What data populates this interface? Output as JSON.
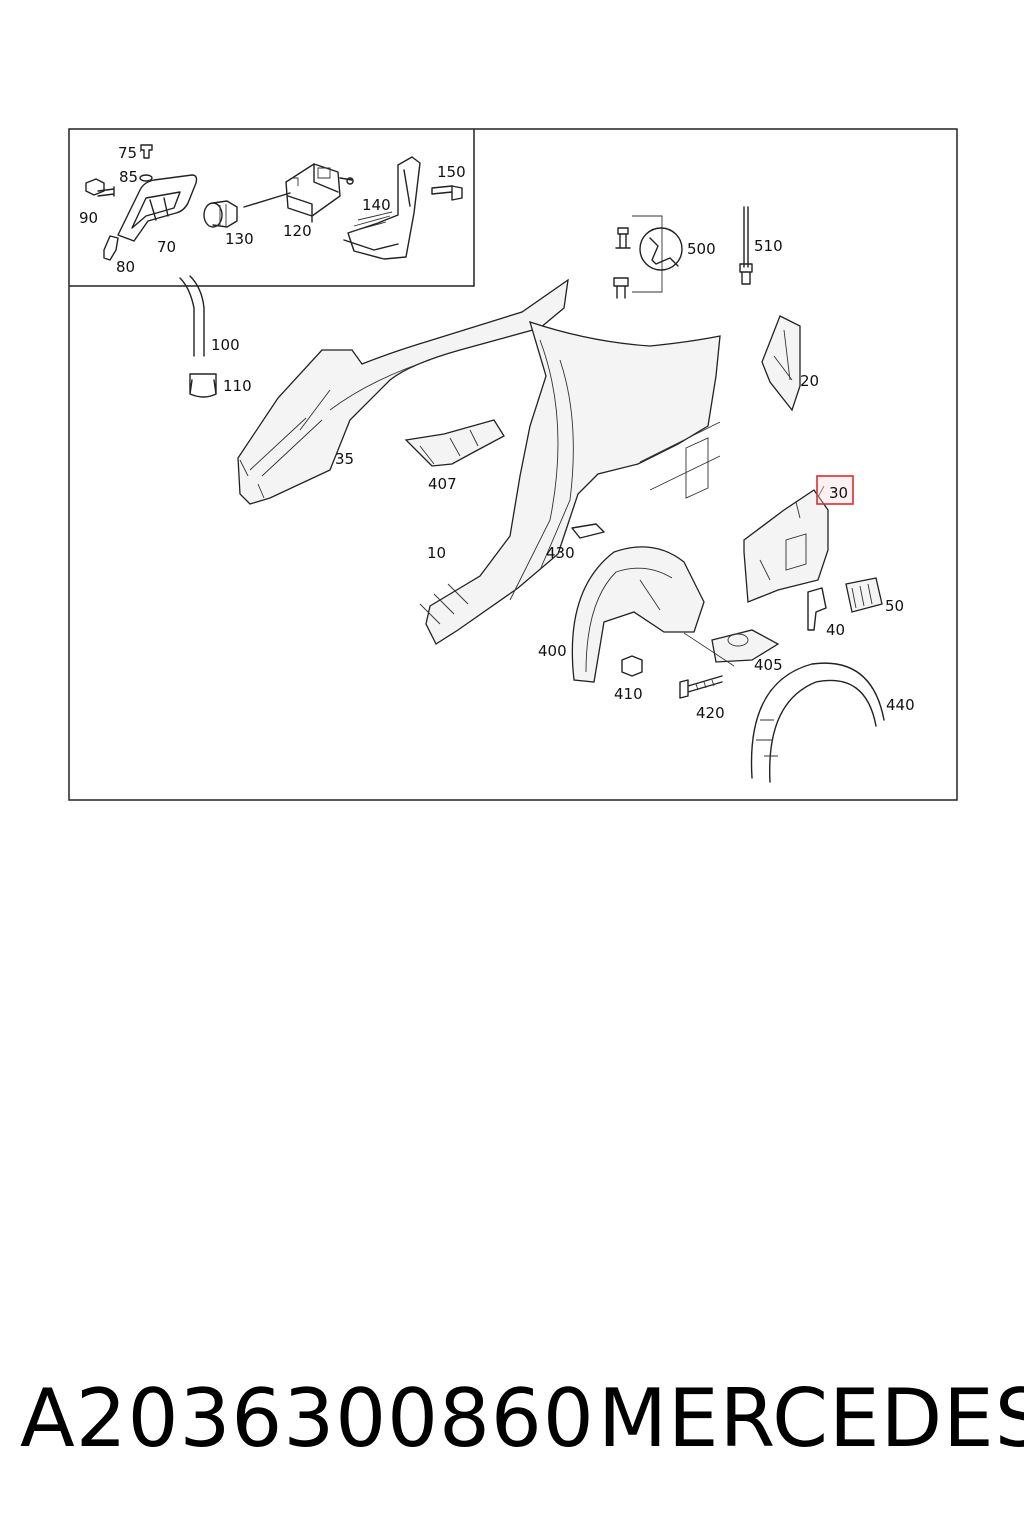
{
  "diagram": {
    "callouts": [
      {
        "id": "75",
        "label": "75"
      },
      {
        "id": "85",
        "label": "85"
      },
      {
        "id": "90",
        "label": "90"
      },
      {
        "id": "70",
        "label": "70"
      },
      {
        "id": "80",
        "label": "80"
      },
      {
        "id": "130",
        "label": "130"
      },
      {
        "id": "120",
        "label": "120"
      },
      {
        "id": "140",
        "label": "140"
      },
      {
        "id": "150",
        "label": "150"
      },
      {
        "id": "500",
        "label": "500"
      },
      {
        "id": "510",
        "label": "510"
      },
      {
        "id": "100",
        "label": "100"
      },
      {
        "id": "110",
        "label": "110"
      },
      {
        "id": "20",
        "label": "20"
      },
      {
        "id": "35",
        "label": "35"
      },
      {
        "id": "407",
        "label": "407"
      },
      {
        "id": "30",
        "label": "30"
      },
      {
        "id": "10",
        "label": "10"
      },
      {
        "id": "430",
        "label": "430"
      },
      {
        "id": "50",
        "label": "50"
      },
      {
        "id": "40",
        "label": "40"
      },
      {
        "id": "400",
        "label": "400"
      },
      {
        "id": "405",
        "label": "405"
      },
      {
        "id": "410",
        "label": "410"
      },
      {
        "id": "420",
        "label": "420"
      },
      {
        "id": "440",
        "label": "440"
      }
    ],
    "highlighted_callout": "30",
    "highlight_color": "#d93030",
    "line_color": "#222222"
  },
  "footer": {
    "part_number": "A2036300860",
    "brand": "MERCEDES"
  }
}
